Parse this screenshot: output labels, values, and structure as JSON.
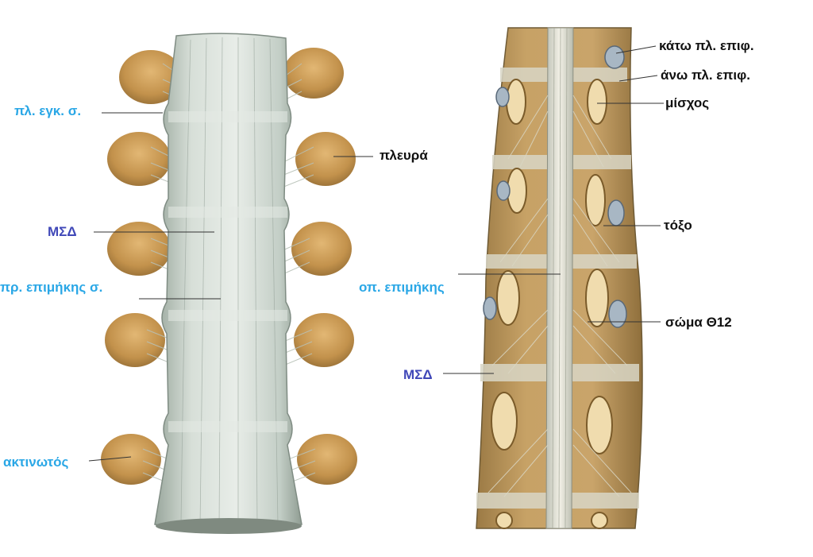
{
  "labels": {
    "pl_egk_s": "πλ. εγκ. σ.",
    "msd_left": "ΜΣΔ",
    "pr_epimikis_s": "πρ. επιμήκης σ.",
    "aktinotos": "ακτινωτός",
    "pleura": "πλευρά",
    "kato_pl_epif": "κάτω πλ. επιφ.",
    "ano_pl_epif": "άνω πλ. επιφ.",
    "mischos": "μίσχος",
    "toxo": "τόξο",
    "op_epimikis": "οπ. επιμήκης",
    "soma_th12": "σώμα Θ12",
    "msd_right": "ΜΣΔ"
  },
  "colors": {
    "label_blue": "#2aa7e6",
    "label_navy": "#4048b8",
    "label_black": "#111111",
    "ligament": "#c9d3cc",
    "bone": "#c79a55",
    "bone_dark": "#8a6530"
  }
}
